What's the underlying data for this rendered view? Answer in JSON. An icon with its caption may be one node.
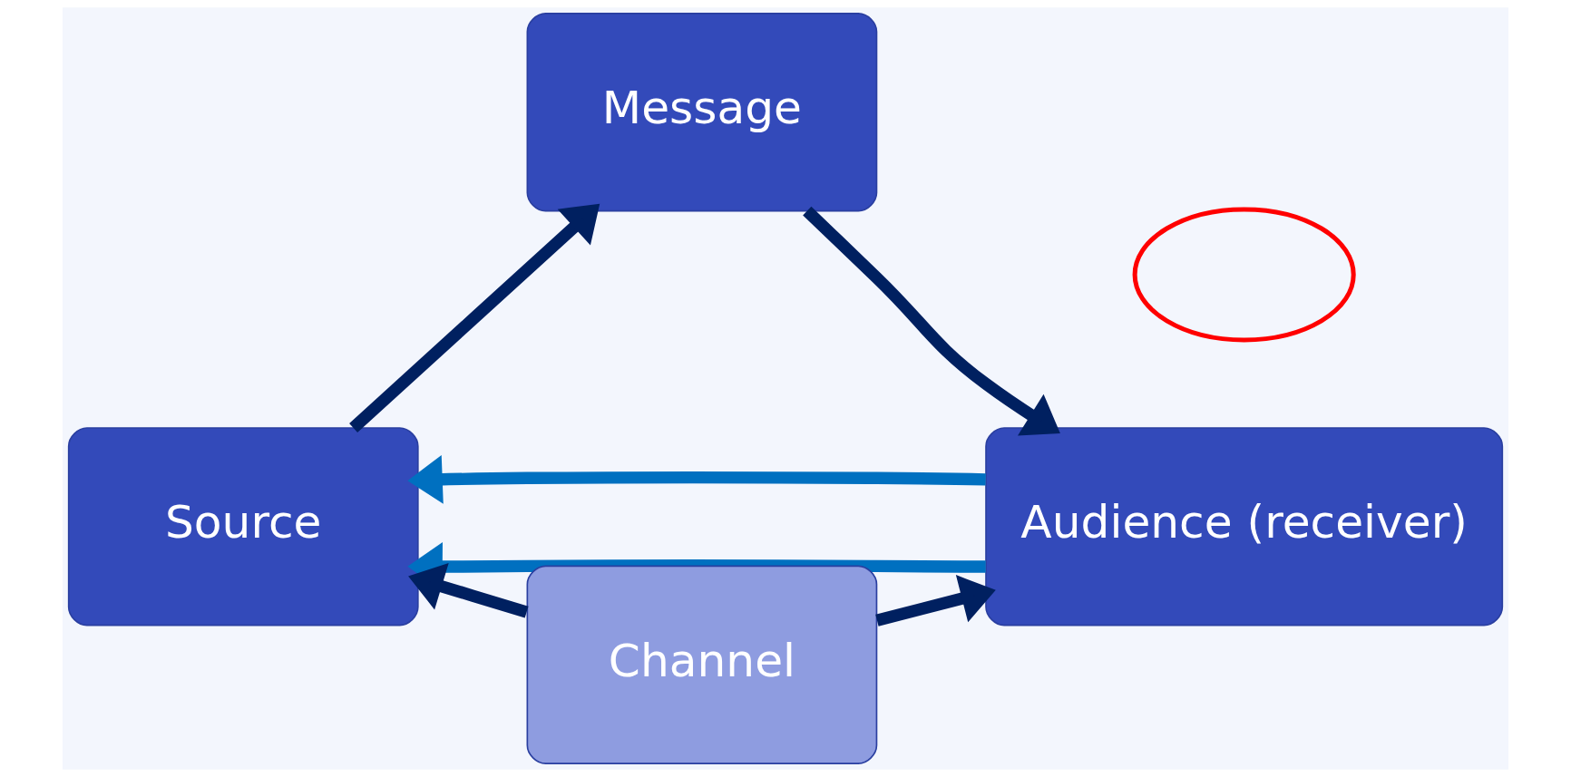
{
  "diagram": {
    "nodes": [
      {
        "text": [
          "Source"
        ]
      },
      {
        "text": [
          "Message"
        ]
      },
      {
        "text": [
          "Audience (receiver)"
        ]
      },
      {
        "text": [
          "Channel"
        ]
      },
      {
        "text": [],
        "shape": "ellipse"
      }
    ],
    "edges": [
      {
        "from": 0,
        "to": 1,
        "arrow": "to"
      },
      {
        "from": 1,
        "to": 2,
        "arrow": "to"
      },
      {
        "from": 3,
        "to": 0,
        "arrow": "to"
      },
      {
        "from": 3,
        "to": 2,
        "arrow": "to"
      },
      {
        "from": 2,
        "to": 0,
        "arrow": "to",
        "color": "#0070c0"
      },
      {
        "from": 2,
        "to": 0,
        "arrow": "to",
        "color": "#0070c0"
      }
    ]
  }
}
